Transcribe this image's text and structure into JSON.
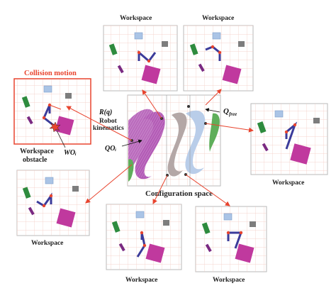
{
  "colors": {
    "accent": "#e8442e",
    "grid": "#f3c9c0",
    "frame": "#b8b8b8",
    "green": "#2e8b3e",
    "blue_square": "#aac4e6",
    "gray_square": "#7d7d7d",
    "purple_bar": "#7a2a82",
    "magenta": "#c0399e",
    "robot_link": "#3b3b9a",
    "joint": "#e8442e",
    "cs_purple": "#b35bb6",
    "cs_gray": "#b4a7a6",
    "cs_blue": "#b9cde9",
    "cs_green": "#5fae5a"
  },
  "labels": {
    "workspace": "Workspace",
    "collision_motion": "Collision motion",
    "workspace_obstacle": "Workspace obstacle",
    "wo_i": "WOᵢ",
    "configuration_space": "Configuration space",
    "r_q": "R(q)",
    "robot_kinematics": "Robot kinematics",
    "q_free": "Q",
    "q_free_sub": "free",
    "qo_i": "QOᵢ"
  },
  "workspaces": [
    {
      "id": "top-left",
      "label": "Workspace"
    },
    {
      "id": "top-right",
      "label": "Workspace"
    },
    {
      "id": "right",
      "label": "Workspace"
    },
    {
      "id": "bottom-right",
      "label": "Workspace"
    },
    {
      "id": "bottom-center",
      "label": "Workspace"
    },
    {
      "id": "left",
      "label": "Workspace"
    }
  ],
  "icons": {
    "collision_star": "collision-star-icon",
    "arrow": "arrow-icon"
  }
}
